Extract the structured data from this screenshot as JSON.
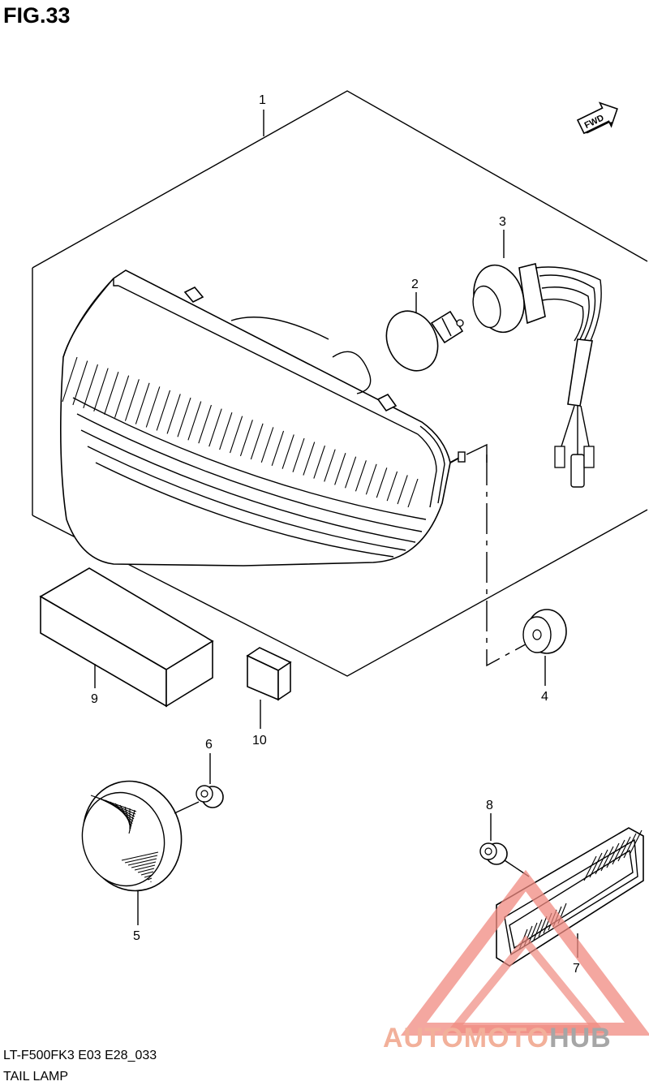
{
  "figure": {
    "title": "FIG.33",
    "model_code": "LT-F500FK3 E03 E28_033",
    "section_name": "TAIL LAMP",
    "direction_tag": "FWD"
  },
  "callouts": [
    {
      "id": "1",
      "part": "tail-lamp-assembly"
    },
    {
      "id": "2",
      "part": "bulb"
    },
    {
      "id": "3",
      "part": "socket-and-harness"
    },
    {
      "id": "4",
      "part": "grommet"
    },
    {
      "id": "5",
      "part": "round-reflector"
    },
    {
      "id": "6",
      "part": "reflector-nut"
    },
    {
      "id": "7",
      "part": "side-reflector"
    },
    {
      "id": "8",
      "part": "side-reflector-nut"
    },
    {
      "id": "9",
      "part": "cushion-block"
    },
    {
      "id": "10",
      "part": "small-cushion"
    }
  ],
  "watermark": {
    "text_part1": "AUTOMOTO",
    "text_part2": "HUB",
    "color1": "#f2b09a",
    "color2": "#a6a6a6",
    "triangle_color": "#f08a80"
  }
}
